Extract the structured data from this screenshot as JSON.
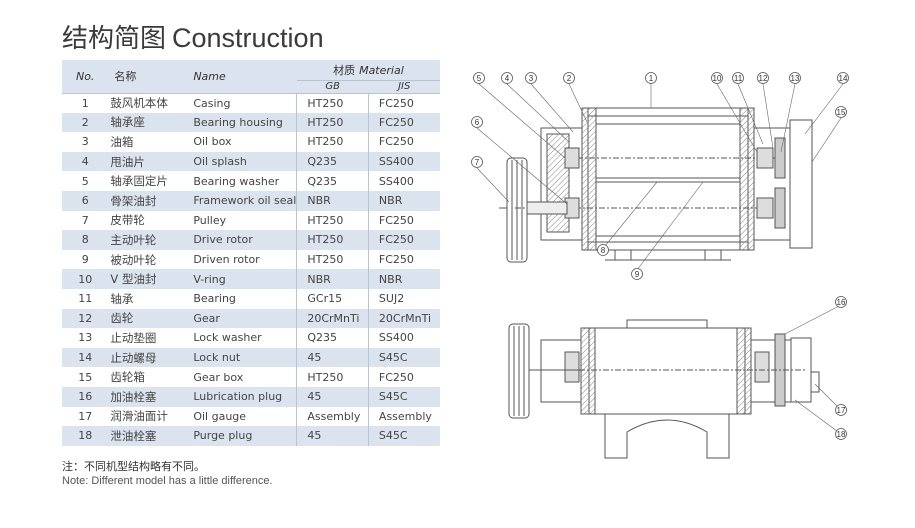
{
  "title": {
    "cn": "结构简图",
    "en": "Construction"
  },
  "table": {
    "headers": {
      "no": "No.",
      "name_cn": "名称",
      "name_en": "Name",
      "material_cn": "材质",
      "material_en": "Material",
      "gb": "GB",
      "jis": "JIS"
    },
    "rows": [
      {
        "no": "1",
        "cn": "鼓风机本体",
        "en": "Casing",
        "gb": "HT250",
        "jis": "FC250"
      },
      {
        "no": "2",
        "cn": "轴承座",
        "en": "Bearing housing",
        "gb": "HT250",
        "jis": "FC250"
      },
      {
        "no": "3",
        "cn": "油箱",
        "en": "Oil box",
        "gb": "HT250",
        "jis": "FC250"
      },
      {
        "no": "4",
        "cn": "甩油片",
        "en": "Oil splash",
        "gb": "Q235",
        "jis": "SS400"
      },
      {
        "no": "5",
        "cn": "轴承固定片",
        "en": "Bearing washer",
        "gb": "Q235",
        "jis": "SS400"
      },
      {
        "no": "6",
        "cn": "骨架油封",
        "en": "Framework oil seal",
        "gb": "NBR",
        "jis": "NBR"
      },
      {
        "no": "7",
        "cn": "皮带轮",
        "en": "Pulley",
        "gb": "HT250",
        "jis": "FC250"
      },
      {
        "no": "8",
        "cn": "主动叶轮",
        "en": "Drive rotor",
        "gb": "HT250",
        "jis": "FC250"
      },
      {
        "no": "9",
        "cn": "被动叶轮",
        "en": "Driven rotor",
        "gb": "HT250",
        "jis": "FC250"
      },
      {
        "no": "10",
        "cn": "V 型油封",
        "en": "V-ring",
        "gb": "NBR",
        "jis": "NBR"
      },
      {
        "no": "11",
        "cn": "轴承",
        "en": "Bearing",
        "gb": "GCr15",
        "jis": "SUJ2"
      },
      {
        "no": "12",
        "cn": "齿轮",
        "en": "Gear",
        "gb": "20CrMnTi",
        "jis": "20CrMnTi"
      },
      {
        "no": "13",
        "cn": "止动垫圈",
        "en": "Lock washer",
        "gb": "Q235",
        "jis": "SS400"
      },
      {
        "no": "14",
        "cn": "止动螺母",
        "en": "Lock nut",
        "gb": "45",
        "jis": "S45C"
      },
      {
        "no": "15",
        "cn": "齿轮箱",
        "en": "Gear box",
        "gb": "HT250",
        "jis": "FC250"
      },
      {
        "no": "16",
        "cn": "加油栓塞",
        "en": "Lubrication plug",
        "gb": "45",
        "jis": "S45C"
      },
      {
        "no": "17",
        "cn": "润滑油面计",
        "en": "Oil gauge",
        "gb": "Assembly",
        "jis": "Assembly"
      },
      {
        "no": "18",
        "cn": "泄油栓塞",
        "en": "Purge plug",
        "gb": "45",
        "jis": "S45C"
      }
    ]
  },
  "notes": {
    "cn": "注：不同机型结构略有不同。",
    "en": "Note: Different model has a little difference."
  },
  "callouts": {
    "top": [
      "1",
      "2",
      "3",
      "4",
      "5",
      "6",
      "7",
      "8",
      "9",
      "10",
      "11",
      "12",
      "13",
      "14",
      "15"
    ],
    "bottom": [
      "16",
      "17",
      "18"
    ]
  },
  "colors": {
    "header_bg": "#dbe3ee",
    "stripe_bg": "#dbe3ee",
    "line": "#555555",
    "hatch": "#888888"
  }
}
